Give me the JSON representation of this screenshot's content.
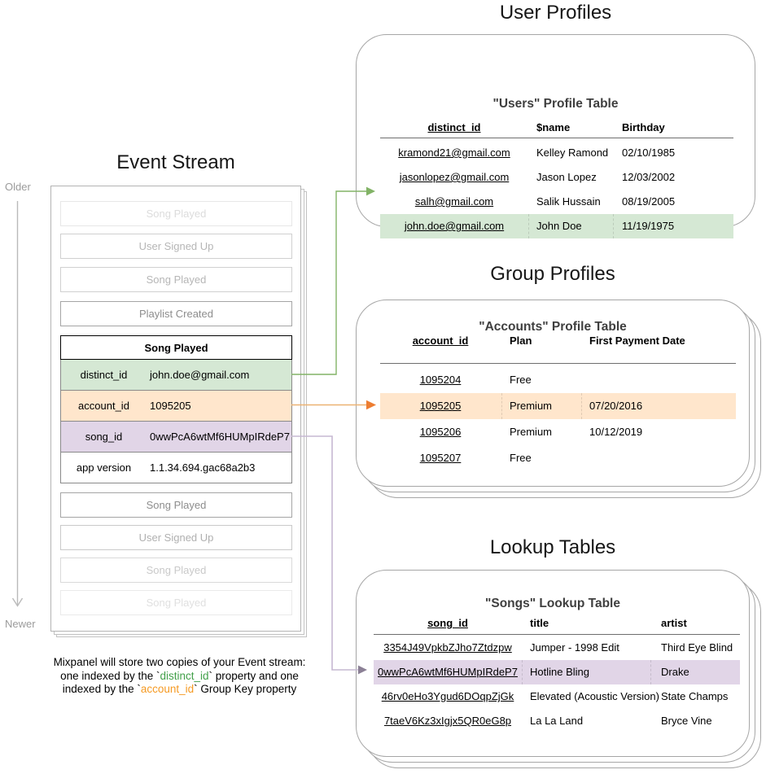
{
  "titles": {
    "event_stream": "Event Stream",
    "user_profiles": "User Profiles",
    "group_profiles": "Group Profiles",
    "lookup_tables": "Lookup Tables"
  },
  "timeline": {
    "older": "Older",
    "newer": "Newer"
  },
  "event_stream": {
    "items_before": [
      {
        "label": "Song Played"
      },
      {
        "label": "User Signed Up"
      },
      {
        "label": "Song Played"
      },
      {
        "label": "Playlist Created"
      }
    ],
    "card": {
      "header": "Song Played",
      "rows": [
        {
          "key": "distinct_id",
          "value": "john.doe@gmail.com"
        },
        {
          "key": "account_id",
          "value": "1095205"
        },
        {
          "key": "song_id",
          "value": "0wwPcA6wtMf6HUMpIRdeP7"
        },
        {
          "key": "app version",
          "value": "1.1.34.694.gac68a2b3"
        }
      ]
    },
    "items_after": [
      {
        "label": "Song Played"
      },
      {
        "label": "User Signed Up"
      },
      {
        "label": "Song Played"
      },
      {
        "label": "Song Played"
      }
    ]
  },
  "users_table": {
    "title": "\"Users\" Profile Table",
    "columns": [
      "distinct_id",
      "$name",
      "Birthday"
    ],
    "rows": [
      [
        "kramond21@gmail.com",
        "Kelley Ramond",
        "02/10/1985"
      ],
      [
        "jasonlopez@gmail.com",
        "Jason Lopez",
        "12/03/2002"
      ],
      [
        "salh@gmail.com",
        "Salik Hussain",
        "08/19/2005"
      ],
      [
        "john.doe@gmail.com",
        "John Doe",
        "11/19/1975"
      ]
    ],
    "highlighted_row": "john.doe@gmail.com"
  },
  "accounts_table": {
    "title": "\"Accounts\" Profile Table",
    "columns": [
      "account_id",
      "Plan",
      "First Payment Date"
    ],
    "rows": [
      [
        "1095204",
        "Free",
        ""
      ],
      [
        "1095205",
        "Premium",
        "07/20/2016"
      ],
      [
        "1095206",
        "Premium",
        "10/12/2019"
      ],
      [
        "1095207",
        "Free",
        ""
      ]
    ],
    "highlighted_row": "1095205"
  },
  "songs_table": {
    "title": "\"Songs\" Lookup Table",
    "columns": [
      "song_id",
      "title",
      "artist"
    ],
    "rows": [
      [
        "3354J49VpkbZJho7Ztdzpw",
        "Jumper - 1998 Edit",
        "Third Eye Blind"
      ],
      [
        "0wwPcA6wtMf6HUMpIRdeP7",
        "Hotline Bling",
        "Drake"
      ],
      [
        "46rv0eHo3Ygud6DOqpZjGk",
        "Elevated (Acoustic Version)",
        "State Champs"
      ],
      [
        "7taeV6Kz3xIgjx5QR0eG8p",
        "La La Land",
        "Bryce Vine"
      ]
    ],
    "highlighted_row": "0wwPcA6wtMf6HUMpIRdeP7"
  },
  "caption": {
    "l1": "Mixpanel will store two copies of your Event stream:",
    "l2a": "one indexed by the `",
    "l2b": "distinct_id",
    "l2c": "` property and one",
    "l3a": "indexed by the `",
    "l3b": "account_id",
    "l3c": "` Group Key property"
  },
  "colors": {
    "highlight_green": "#d5e8d4",
    "highlight_orange": "#ffe6cc",
    "highlight_purple": "#e1d5e7",
    "arrow_green": "#82b366",
    "arrow_orange": "#ed7d31",
    "arrow_purple": "#8b8095",
    "caption_green": "#42a04a",
    "caption_orange": "#f59a23"
  }
}
